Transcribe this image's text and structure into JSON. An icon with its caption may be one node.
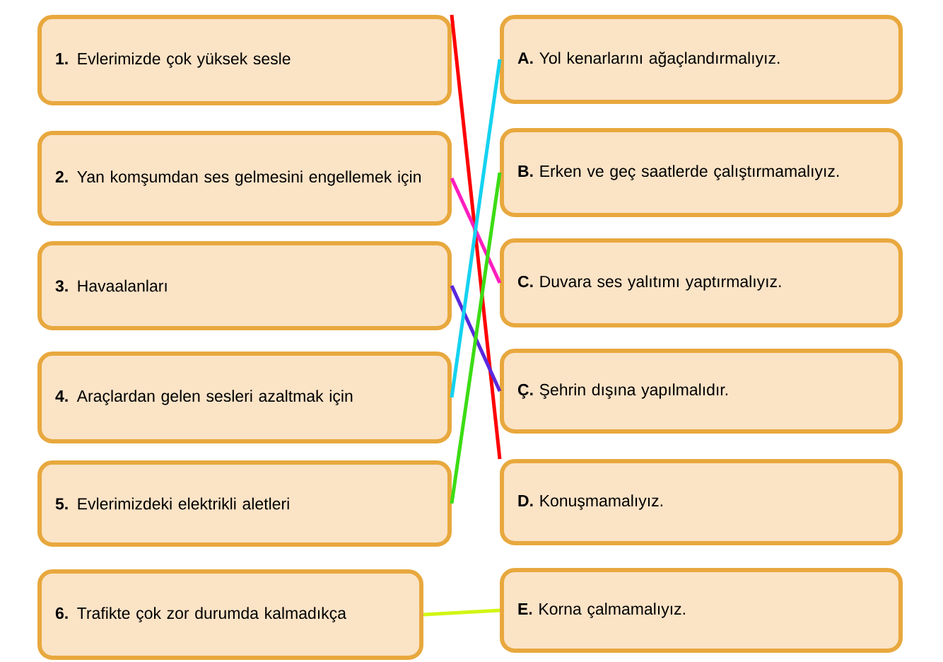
{
  "diagram": {
    "nodes": [
      {
        "text": [
          "**1.** Evlerimizde çok yüksek sesle"
        ]
      },
      {
        "text": [
          "**2.** Yan komşumdan ses gelmesini engellemek için"
        ]
      },
      {
        "text": [
          "**3.** Havaalanları"
        ]
      },
      {
        "text": [
          "**4.** Araçlardan gelen sesleri azaltmak için"
        ]
      },
      {
        "text": [
          "**5.** Evlerimizdeki elektrikli aletleri"
        ]
      },
      {
        "text": [
          "**6.** Trafikte çok zor durumda kalmadıkça"
        ]
      },
      {
        "text": [
          "**A.** Yol kenarlarını ağaçlandırmalıyız."
        ]
      },
      {
        "text": [
          "**B.** Erken ve geç saatlerde çalıştırmamalıyız."
        ]
      },
      {
        "text": [
          "**C.** Duvara ses yalıtımı yaptırmalıyız."
        ]
      },
      {
        "text": [
          "**Ç.** Şehrin dışına yapılmalıdır."
        ]
      },
      {
        "text": [
          "**D.** Konuşmamalıyız."
        ]
      },
      {
        "text": [
          "**E.** Korna çalmamalıyız."
        ]
      }
    ],
    "edges": [
      {
        "from": 0,
        "to": 10,
        "arrow": "none",
        "color": "#ff0000"
      },
      {
        "from": 1,
        "to": 8,
        "arrow": "none",
        "color": "#ff1ebe"
      },
      {
        "from": 2,
        "to": 9,
        "arrow": "none",
        "color": "#5a28dc"
      },
      {
        "from": 3,
        "to": 6,
        "arrow": "none",
        "color": "#14d2f0"
      },
      {
        "from": 4,
        "to": 7,
        "arrow": "none",
        "color": "#3cdc14"
      },
      {
        "from": 5,
        "to": 11,
        "arrow": "none",
        "color": "#d2f514"
      }
    ]
  }
}
